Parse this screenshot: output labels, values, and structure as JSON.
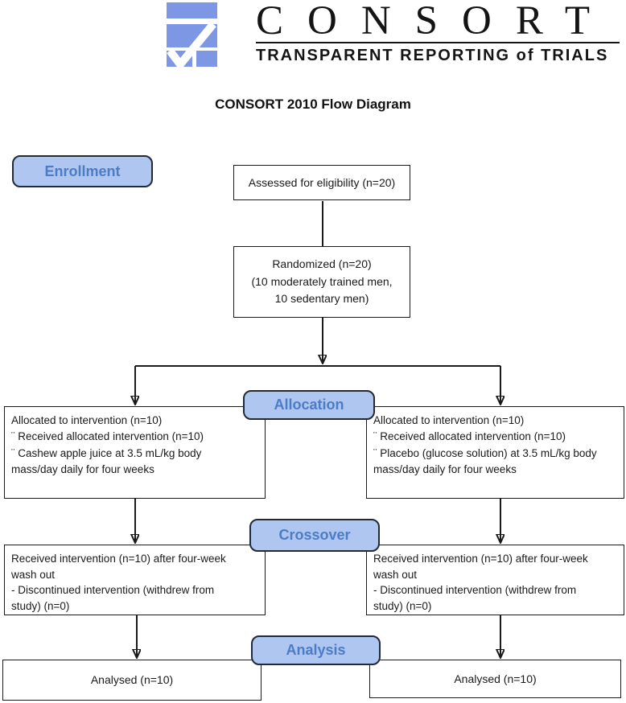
{
  "logo": {
    "wordmark": "CONSORT",
    "tagline": "TRANSPARENT REPORTING of TRIALS",
    "mark_color": "#7d97e4"
  },
  "title": "CONSORT 2010 Flow Diagram",
  "colors": {
    "stage_fill": "#aec6f0",
    "stage_border": "#222a38",
    "stage_text": "#4d7cc7",
    "box_border": "#1a1a1a",
    "connector": "#1a1a1a"
  },
  "stages": {
    "enrollment": "Enrollment",
    "allocation": "Allocation",
    "crossover": "Crossover",
    "analysis": "Analysis"
  },
  "boxes": {
    "assessed": "Assessed for eligibility (n=20)",
    "randomized": "Randomized (n=20)\n(10 moderately trained men,\n10 sedentary men)",
    "alloc_left": "Allocated to intervention (n=10)\n¨ Received allocated intervention (n=10)\n¨ Cashew apple juice at 3.5 mL/kg body\nmass/day daily for four weeks",
    "alloc_right": "Allocated to intervention (n=10)\n¨ Received allocated intervention (n=10)\n¨ Placebo (glucose solution) at 3.5 mL/kg body\nmass/day daily for four weeks",
    "crossover_left": "Received intervention (n=10) after four-week\nwash out\n- Discontinued intervention (withdrew from\nstudy) (n=0)",
    "crossover_right": "Received intervention (n=10) after four-week\nwash out\n- Discontinued intervention (withdrew from\nstudy) (n=0)",
    "analysed_left": "Analysed (n=10)",
    "analysed_right": "Analysed (n=10)"
  }
}
